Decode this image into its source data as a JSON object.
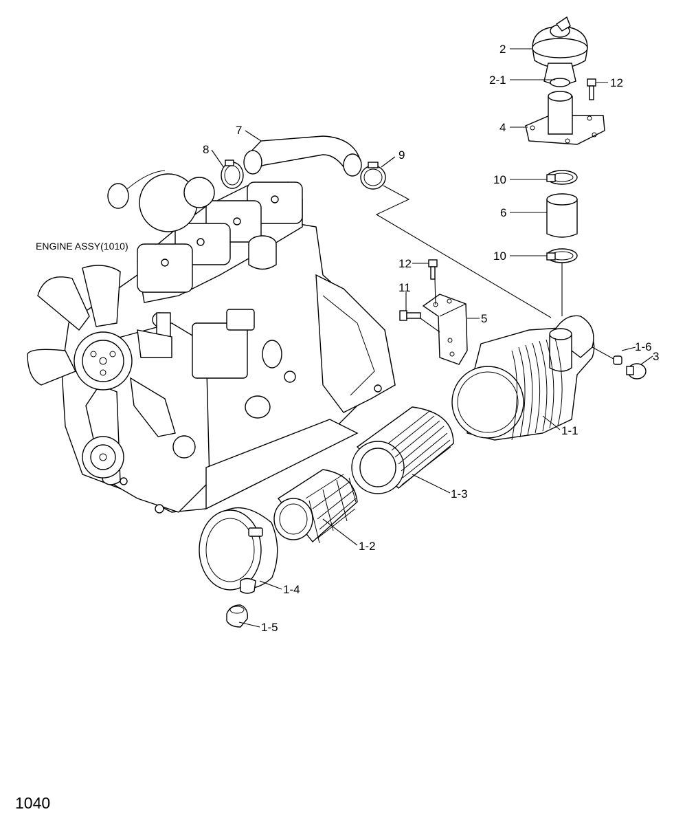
{
  "engine_label": "ENGINE ASSY(1010)",
  "page_number": "1040",
  "callouts": {
    "c2": "2",
    "c2_1": "2-1",
    "c12a": "12",
    "c4": "4",
    "c7": "7",
    "c8": "8",
    "c9": "9",
    "c10a": "10",
    "c6": "6",
    "c10b": "10",
    "c12b": "12",
    "c11": "11",
    "c5": "5",
    "c1_6": "1-6",
    "c3": "3",
    "c1_1": "1-1",
    "c1_3": "1-3",
    "c1_2": "1-2",
    "c1_4": "1-4",
    "c1_5": "1-5"
  }
}
